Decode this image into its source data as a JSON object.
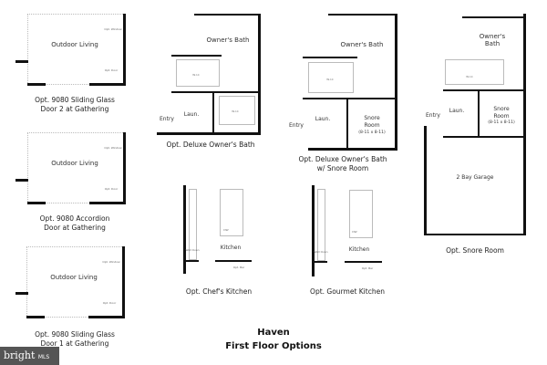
{
  "plans": [
    {
      "room": "Outdoor Living",
      "caption1": "Opt. 9080 Sliding Glass",
      "caption2": "Door 2 at Gathering",
      "window": "Opt. Window",
      "door": "Opt. Door"
    },
    {
      "room": "Outdoor Living",
      "caption1": "Opt. 9080 Accordion",
      "caption2": "Door at Gathering",
      "window": "Opt. Window",
      "door": "Opt. Door"
    },
    {
      "room": "Outdoor Living",
      "caption1": "Opt. 9080 Sliding Glass",
      "caption2": "Door 1 at Gathering",
      "window": "Opt. Window",
      "door": "Opt. Door"
    },
    {
      "bath": "Owner's Bath",
      "wic": "W.I.C",
      "laundry": "Laun.",
      "entry": "Entry",
      "caption1": "Opt. Deluxe Owner's Bath"
    },
    {
      "bath": "Owner's Bath",
      "wic": "W.I.C",
      "laundry": "Laun.",
      "entry": "Entry",
      "snore": "Snore Room",
      "snore_dim": "(8-11 x 8-11)",
      "caption1": "Opt. Deluxe Owner's Bath",
      "caption2": "w/ Snore Room"
    },
    {
      "bath": "Owner's Bath",
      "wic": "W.I.C",
      "laundry": "Laun.",
      "entry": "Entry",
      "snore": "Snore Room",
      "snore_dim": "(8-11 x 8-11)",
      "garage": "2 Bay Garage",
      "caption1": "Opt. Snore Room"
    },
    {
      "kitchen": "Kitchen",
      "dw": "DW",
      "oven": "Wall Oven",
      "bar": "Opt. Bar",
      "caption1": "Opt. Chef's Kitchen"
    },
    {
      "kitchen": "Kitchen",
      "dw": "DW",
      "oven": "Wall Oven",
      "bar": "Opt. Bar",
      "caption1": "Opt. Gourmet Kitchen"
    }
  ],
  "title": {
    "line1": "Haven",
    "line2": "First Floor Options"
  },
  "logo": {
    "text": "bright",
    "suffix": "MLS"
  }
}
